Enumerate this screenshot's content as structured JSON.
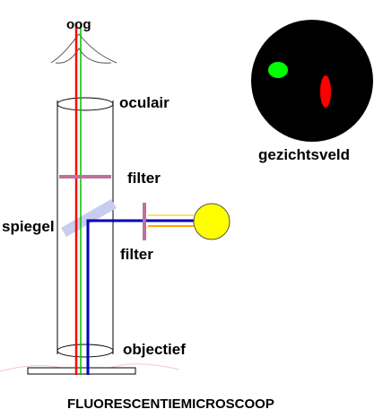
{
  "title": "FLUORESCENTIEMICROSCOOP",
  "labels": {
    "eye": "oog",
    "eyepiece": "oculair",
    "filter_top": "filter",
    "mirror": "spiegel",
    "filter_side": "filter",
    "objective": "objectief",
    "field_of_view": "gezichtsveld"
  },
  "colors": {
    "ray_red": "#ff0000",
    "ray_green": "#00c000",
    "ray_blue": "#0000c0",
    "ray_yellow": "#ffe070",
    "ray_orange": "#ffa500",
    "filter": "#c0709a",
    "mirror": "#c8ccf0",
    "lamp": "#ffff00",
    "field_background": "#000000",
    "spot_green": "#00ff00",
    "spot_red": "#ff0000"
  },
  "icons": {
    "eye": "eye-icon",
    "lamp": "lamp-icon"
  }
}
